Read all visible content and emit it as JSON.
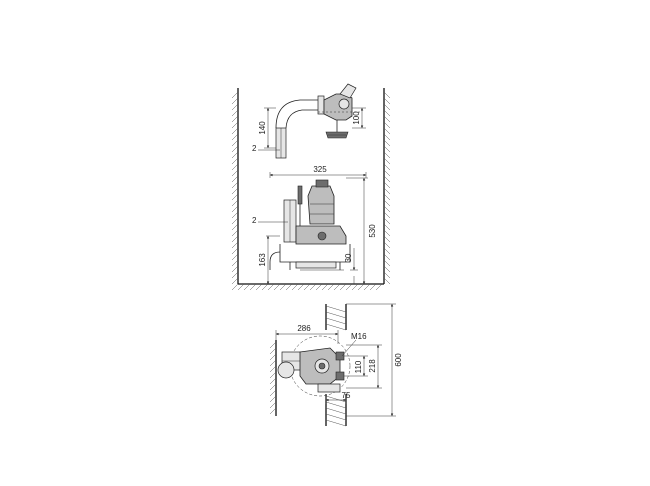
{
  "diagram": {
    "elevation": {
      "dimensions": {
        "d140": "140",
        "d100": "100",
        "d325": "325",
        "d530": "530",
        "d163": "163",
        "d30": "30"
      },
      "callouts": {
        "upper": "2",
        "lower": "2"
      }
    },
    "plan": {
      "dimensions": {
        "d286": "286",
        "m16": "M16",
        "d110": "110",
        "d218": "218",
        "d600": "600",
        "d75": "75"
      }
    }
  }
}
